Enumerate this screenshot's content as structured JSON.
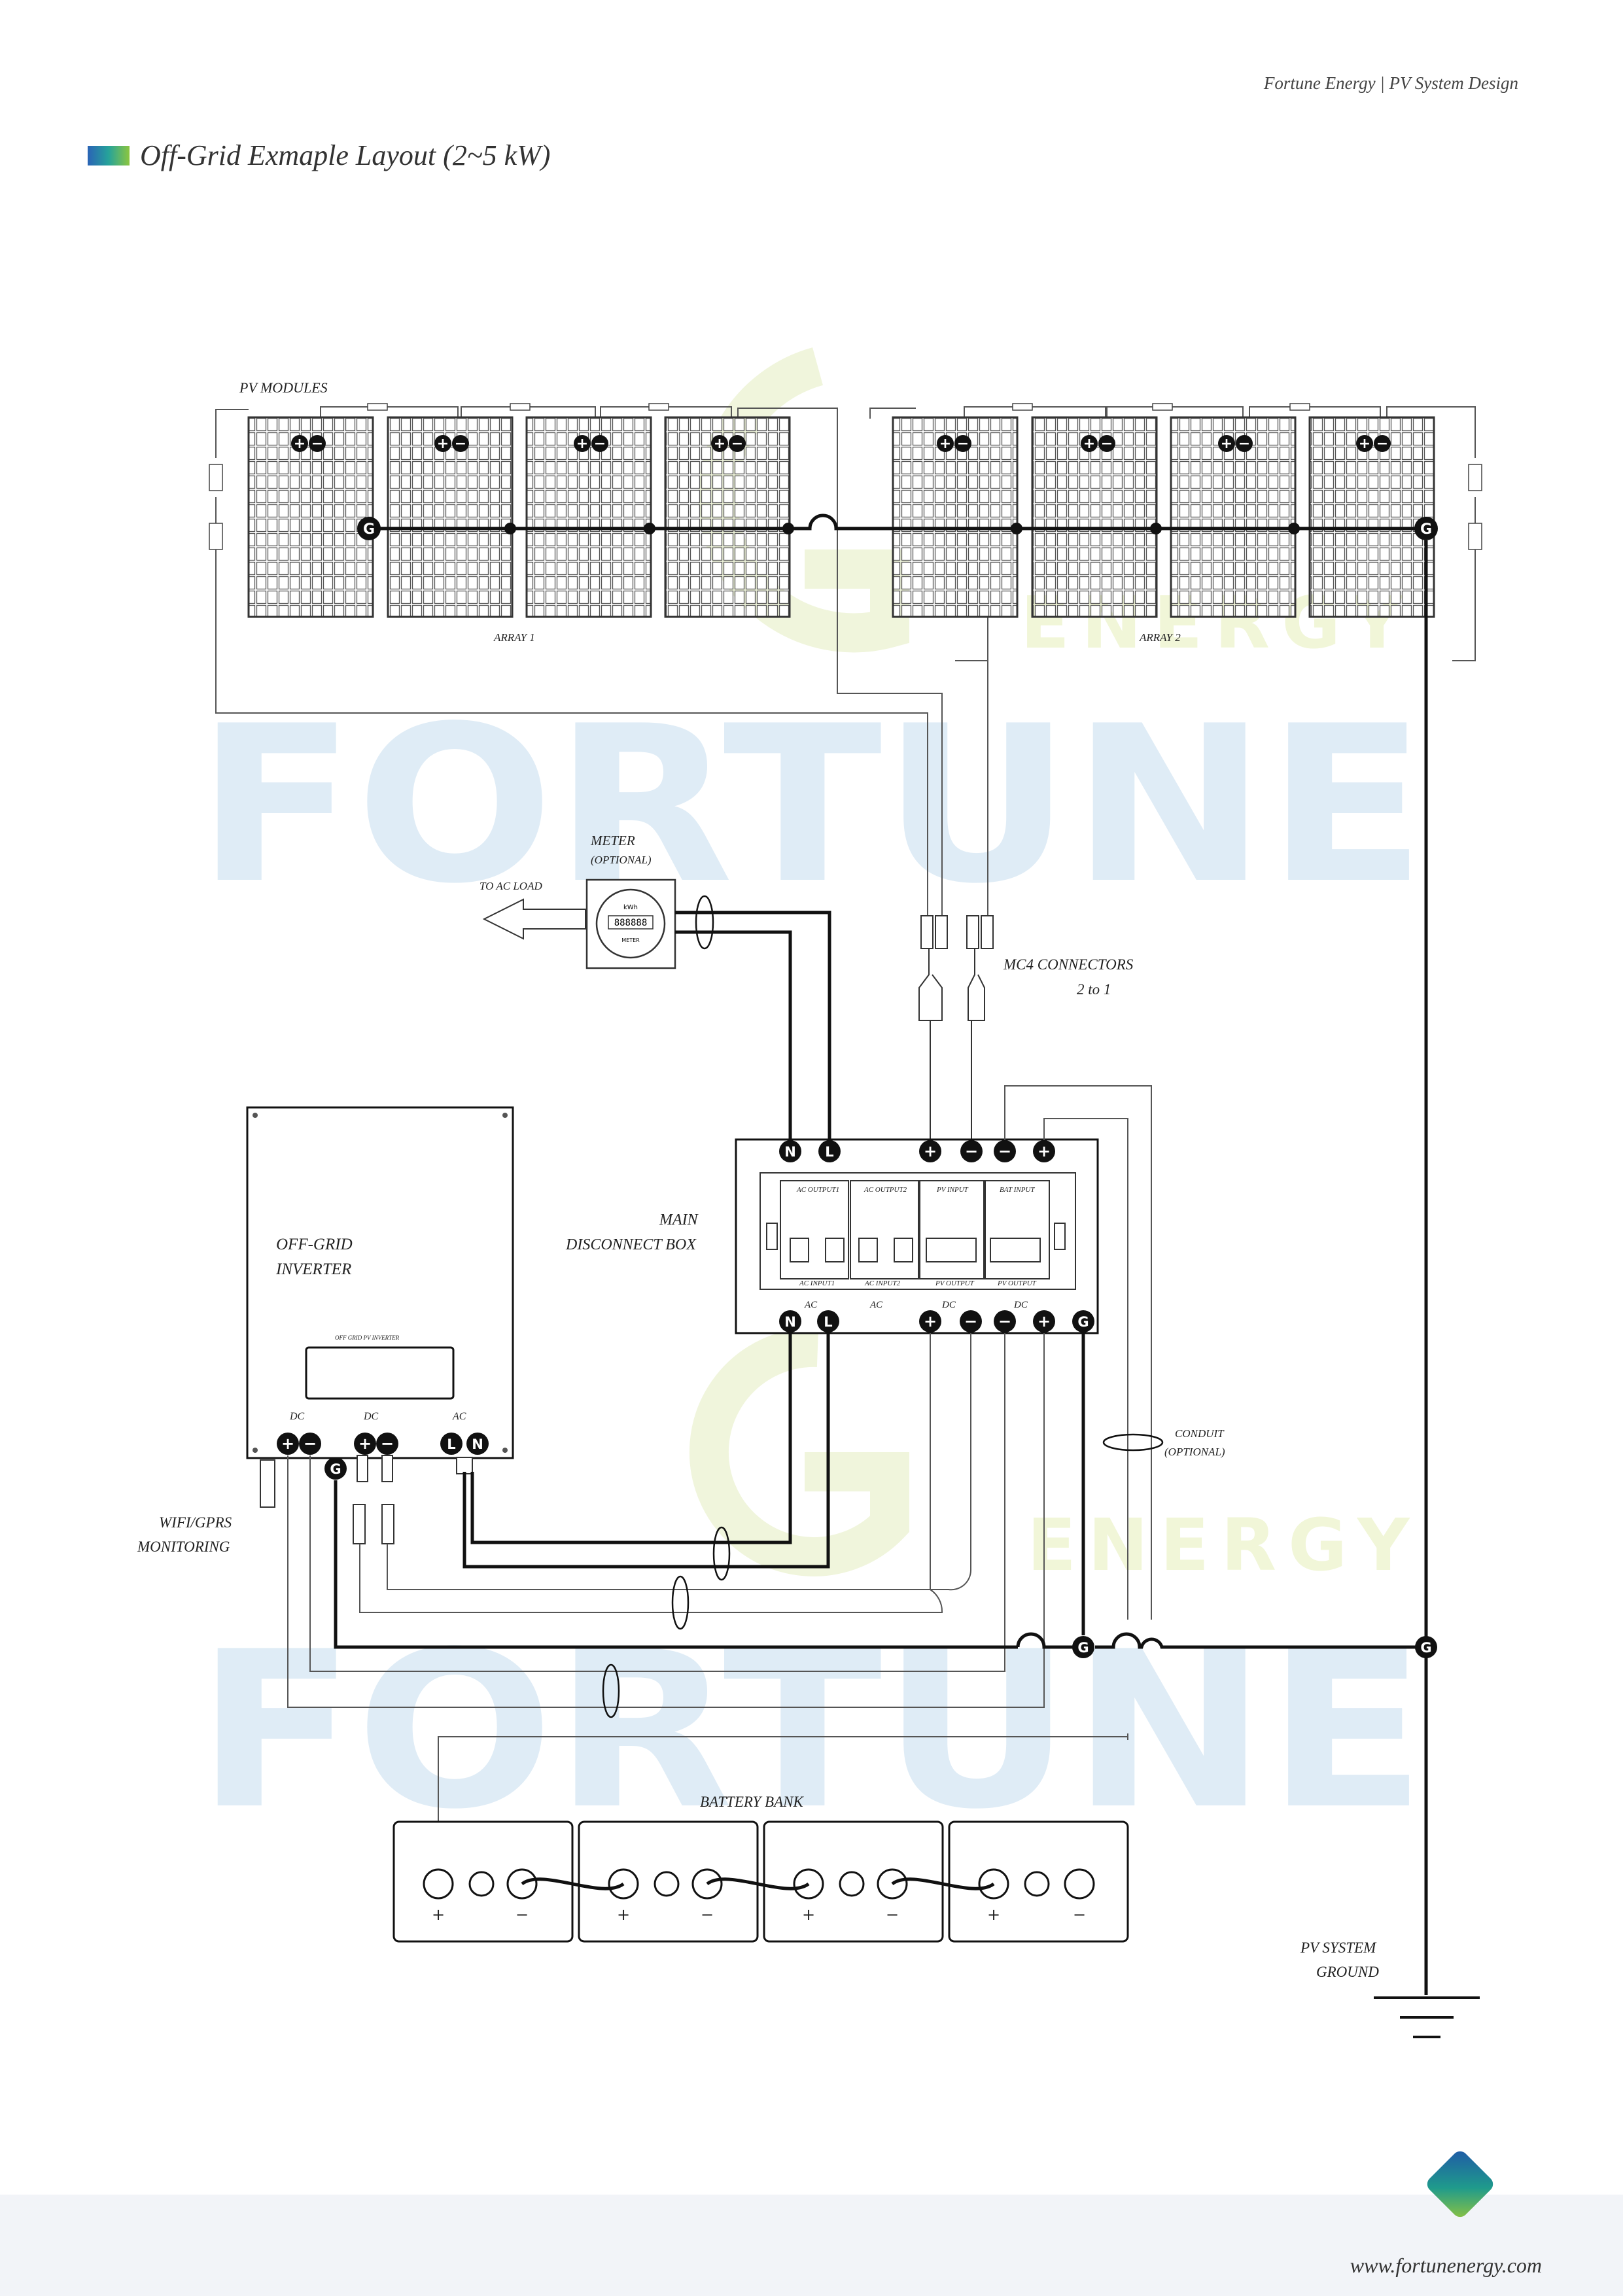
{
  "header": {
    "brand": "Fortune Energy | PV System Design",
    "title": "Off-Grid Exmaple Layout (2~5 kW)"
  },
  "watermark": {
    "word": "FORTUNE",
    "sub": "ENERGY"
  },
  "labels": {
    "pv_modules": "PV MODULES",
    "array1": "ARRAY 1",
    "array2": "ARRAY 2",
    "meter": "METER",
    "meter_optional": "(OPTIONAL)",
    "to_ac_load": "TO AC LOAD",
    "mc4_1": "MC4 CONNECTORS",
    "mc4_2": "2 to 1",
    "main_box_1": "MAIN",
    "main_box_2": "DISCONNECT BOX",
    "inverter_1": "OFF-GRID",
    "inverter_2": "INVERTER",
    "inverter_panel": "OFF GRID PV INVERTER",
    "wifi_1": "WIFI/GPRS",
    "wifi_2": "MONITORING",
    "conduit_1": "CONDUIT",
    "conduit_2": "(OPTIONAL)",
    "battery_bank": "BATTERY BANK",
    "ground_1": "PV SYSTEM",
    "ground_2": "GROUND",
    "dc": "DC",
    "ac": "AC",
    "meter_kwh": "kWh",
    "meter_display": "888888",
    "meter_brand": "METER"
  },
  "breakers_top": [
    "AC OUTPUT1",
    "AC OUTPUT2",
    "PV INPUT",
    "BAT INPUT"
  ],
  "breakers_bottom": [
    "AC INPUT1",
    "AC INPUT2",
    "PV OUTPUT",
    "PV OUTPUT"
  ],
  "terminals": {
    "N": "N",
    "L": "L",
    "G": "G",
    "plus": "+",
    "minus": "−"
  },
  "footer": {
    "url": "www.fortunenergy.com"
  },
  "colors": {
    "wire": "#111111",
    "watermark": "#deebf5",
    "watermark_logo": "#f1f5dc",
    "footer_bg": "#f2f4f8"
  }
}
